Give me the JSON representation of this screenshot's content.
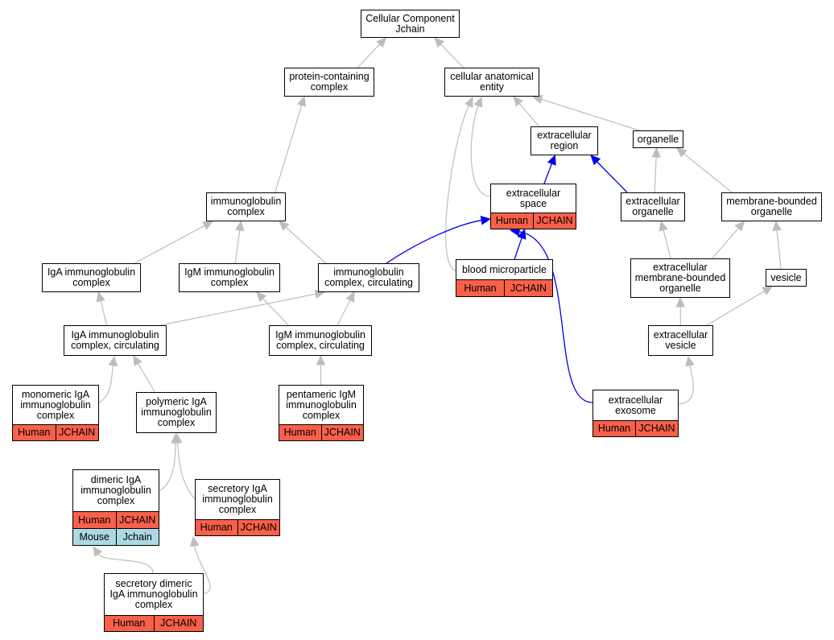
{
  "colors": {
    "human": "#f9604a",
    "mouse": "#add8e6",
    "grey_edge": "#bdbdbd",
    "blue_edge": "#0000ee"
  },
  "nodes": [
    {
      "id": "root",
      "label": "Cellular Component\nJchain"
    },
    {
      "id": "protein_complex",
      "label": "protein-containing\ncomplex"
    },
    {
      "id": "cae",
      "label": "cellular anatomical\nentity"
    },
    {
      "id": "extracellular_region",
      "label": "extracellular\nregion"
    },
    {
      "id": "organelle",
      "label": "organelle"
    },
    {
      "id": "ig_complex",
      "label": "immunoglobulin\ncomplex"
    },
    {
      "id": "extracellular_space",
      "label": "extracellular\nspace",
      "rows": [
        [
          "Human",
          "JCHAIN"
        ]
      ]
    },
    {
      "id": "extracellular_organelle",
      "label": "extracellular\norganelle"
    },
    {
      "id": "membrane_bounded",
      "label": "membrane-bounded\norganelle"
    },
    {
      "id": "iga_complex",
      "label": "IgA immunoglobulin\ncomplex"
    },
    {
      "id": "igm_complex",
      "label": "IgM immunoglobulin\ncomplex"
    },
    {
      "id": "ig_circ",
      "label": "immunoglobulin\ncomplex, circulating"
    },
    {
      "id": "blood_microparticle",
      "label": "blood microparticle",
      "rows": [
        [
          "Human",
          "JCHAIN"
        ]
      ]
    },
    {
      "id": "ec_membrane_bounded",
      "label": "extracellular\nmembrane-bounded\norganelle"
    },
    {
      "id": "vesicle",
      "label": "vesicle"
    },
    {
      "id": "iga_circ",
      "label": "IgA immunoglobulin\ncomplex, circulating"
    },
    {
      "id": "igm_circ",
      "label": "IgM immunoglobulin\ncomplex, circulating"
    },
    {
      "id": "ec_vesicle",
      "label": "extracellular\nvesicle"
    },
    {
      "id": "monomeric_iga",
      "label": "monomeric IgA\nimmunoglobulin\ncomplex",
      "rows": [
        [
          "Human",
          "JCHAIN"
        ]
      ]
    },
    {
      "id": "polymeric_iga",
      "label": "polymeric IgA\nimmunoglobulin\ncomplex"
    },
    {
      "id": "pentameric_igm",
      "label": "pentameric IgM\nimmunoglobulin\ncomplex",
      "rows": [
        [
          "Human",
          "JCHAIN"
        ]
      ]
    },
    {
      "id": "ec_exosome",
      "label": "extracellular\nexosome",
      "rows": [
        [
          "Human",
          "JCHAIN"
        ]
      ]
    },
    {
      "id": "dimeric_iga",
      "label": "dimeric IgA\nimmunoglobulin\ncomplex",
      "rows": [
        [
          "Human",
          "JCHAIN"
        ],
        [
          "Mouse",
          "Jchain"
        ]
      ]
    },
    {
      "id": "secretory_iga",
      "label": "secretory IgA\nimmunoglobulin\ncomplex",
      "rows": [
        [
          "Human",
          "JCHAIN"
        ]
      ]
    },
    {
      "id": "secretory_dimeric_iga",
      "label": "secretory dimeric\nIgA immunoglobulin\ncomplex",
      "rows": [
        [
          "Human",
          "JCHAIN"
        ]
      ]
    }
  ],
  "edges": [
    {
      "from": "protein_complex",
      "to": "root",
      "kind": "grey"
    },
    {
      "from": "cae",
      "to": "root",
      "kind": "grey"
    },
    {
      "from": "ig_complex",
      "to": "protein_complex",
      "kind": "grey"
    },
    {
      "from": "extracellular_region",
      "to": "cae",
      "kind": "grey"
    },
    {
      "from": "organelle",
      "to": "cae",
      "kind": "grey"
    },
    {
      "from": "extracellular_space",
      "to": "cae",
      "kind": "grey"
    },
    {
      "from": "blood_microparticle",
      "to": "cae",
      "kind": "grey"
    },
    {
      "from": "extracellular_space",
      "to": "extracellular_region",
      "kind": "blue"
    },
    {
      "from": "extracellular_organelle",
      "to": "extracellular_region",
      "kind": "blue"
    },
    {
      "from": "extracellular_organelle",
      "to": "organelle",
      "kind": "grey"
    },
    {
      "from": "membrane_bounded",
      "to": "organelle",
      "kind": "grey"
    },
    {
      "from": "iga_complex",
      "to": "ig_complex",
      "kind": "grey"
    },
    {
      "from": "igm_complex",
      "to": "ig_complex",
      "kind": "grey"
    },
    {
      "from": "ig_circ",
      "to": "ig_complex",
      "kind": "grey"
    },
    {
      "from": "ig_circ",
      "to": "extracellular_space",
      "kind": "blue"
    },
    {
      "from": "blood_microparticle",
      "to": "extracellular_space",
      "kind": "blue"
    },
    {
      "from": "ec_exosome",
      "to": "extracellular_space",
      "kind": "blue"
    },
    {
      "from": "ec_membrane_bounded",
      "to": "extracellular_organelle",
      "kind": "grey"
    },
    {
      "from": "ec_membrane_bounded",
      "to": "membrane_bounded",
      "kind": "grey"
    },
    {
      "from": "vesicle",
      "to": "membrane_bounded",
      "kind": "grey"
    },
    {
      "from": "iga_circ",
      "to": "iga_complex",
      "kind": "grey"
    },
    {
      "from": "iga_circ",
      "to": "ig_circ",
      "kind": "grey"
    },
    {
      "from": "igm_circ",
      "to": "ig_circ",
      "kind": "grey"
    },
    {
      "from": "igm_circ",
      "to": "igm_complex",
      "kind": "grey"
    },
    {
      "from": "ec_vesicle",
      "to": "ec_membrane_bounded",
      "kind": "grey"
    },
    {
      "from": "ec_vesicle",
      "to": "vesicle",
      "kind": "grey"
    },
    {
      "from": "monomeric_iga",
      "to": "iga_circ",
      "kind": "grey"
    },
    {
      "from": "polymeric_iga",
      "to": "iga_circ",
      "kind": "grey"
    },
    {
      "from": "pentameric_igm",
      "to": "igm_circ",
      "kind": "grey"
    },
    {
      "from": "ec_exosome",
      "to": "ec_vesicle",
      "kind": "grey"
    },
    {
      "from": "dimeric_iga",
      "to": "polymeric_iga",
      "kind": "grey"
    },
    {
      "from": "secretory_iga",
      "to": "polymeric_iga",
      "kind": "grey"
    },
    {
      "from": "secretory_dimeric_iga",
      "to": "dimeric_iga",
      "kind": "grey"
    },
    {
      "from": "secretory_dimeric_iga",
      "to": "secretory_iga",
      "kind": "grey"
    }
  ]
}
